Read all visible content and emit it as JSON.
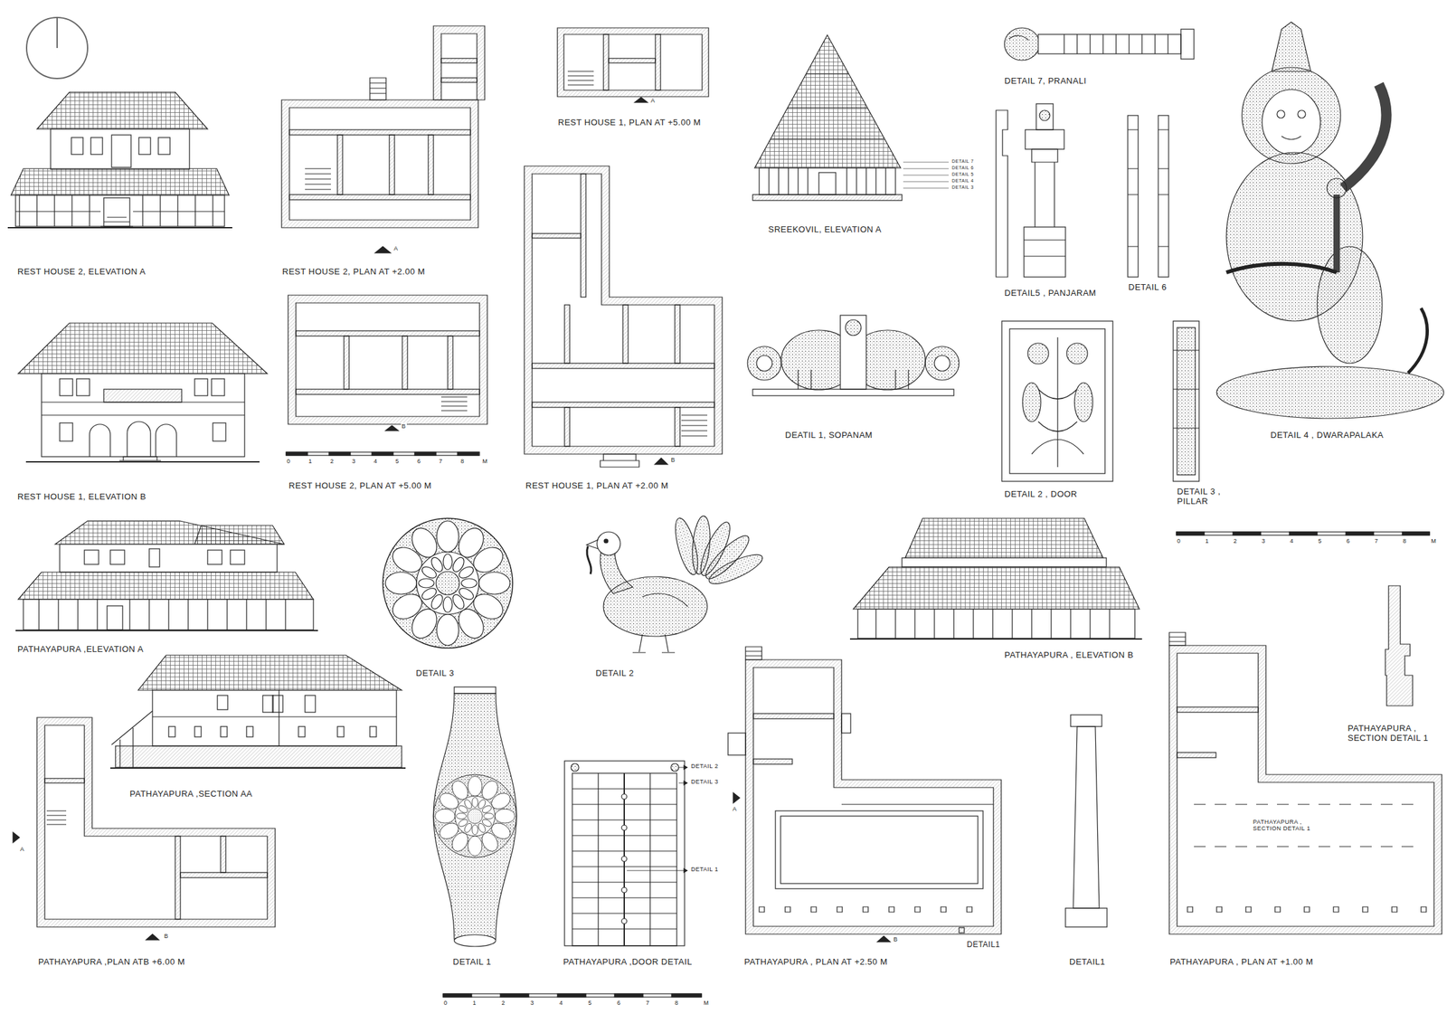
{
  "diagram": {
    "labels": [
      "REST HOUSE 2, ELEVATION A",
      "REST HOUSE 2, PLAN AT +2.00 M",
      "A",
      "REST HOUSE 1, PLAN AT +5.00 M",
      "A",
      "SREEKOVIL, ELEVATION A",
      "DETAIL 7",
      "DETAIL 6",
      "DETAIL 5",
      "DETAIL 4",
      "DETAIL 3",
      "DETAIL 7, PRANALI",
      "DETAIL5 , PANJARAM",
      "DETAIL 6",
      "DETAIL 4 , DWARAPALAKA",
      "REST HOUSE 1, ELEVATION B",
      "REST HOUSE 2, PLAN AT +5.00 M",
      "B",
      "0 1 2 3 4 5 6 7 8 M",
      "REST HOUSE 1, PLAN AT +2.00 M",
      "B",
      "DEATIL 1, SOPANAM",
      "DETAIL 2 , DOOR",
      "DETAIL 3 , PILLAR",
      "0 1 2 3 4 5 6 7 8 M",
      "PATHAYAPURA ,ELEVATION A",
      "DETAIL 3",
      "DETAIL 2",
      "PATHAYAPURA , ELEVATION B",
      "PATHAYAPURA ,SECTION AA",
      "PATHAYAPURA , SECTION DETAIL 1",
      "DETAIL 2",
      "DETAIL 3",
      "DETAIL 1",
      "PATHAYAPURA , SECTION DETAIL 1",
      "DETAIL1",
      "PATHAYAPURA ,PLAN ATB +6.00 M",
      "B",
      "DETAIL 1",
      "PATHAYAPURA ,DOOR DETAIL",
      "PATHAYAPURA , PLAN AT +2.50 M",
      "B",
      "DETAIL1",
      "PATHAYAPURA , PLAN AT +1.00 M",
      "0 1 2 3 4 5 6 7 8 M",
      "A",
      "A"
    ]
  }
}
